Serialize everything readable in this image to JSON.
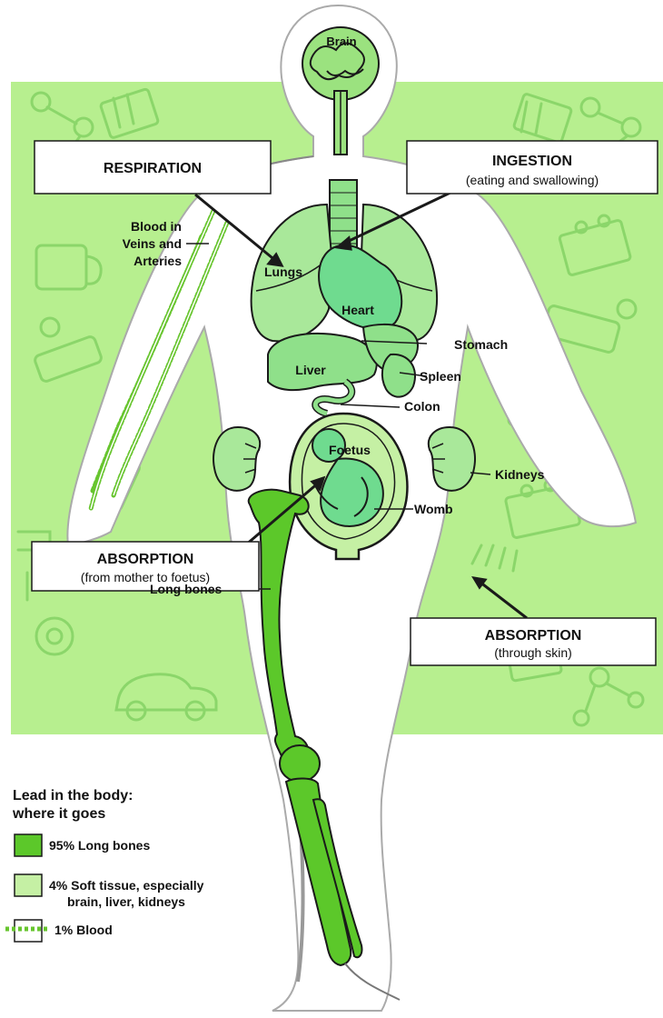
{
  "colors": {
    "background_green": "#b7ef8f",
    "soft_tissue": "#c5f0a4",
    "organ_fill": "#8fe08a",
    "lung_fill": "#a9e89a",
    "bone_green": "#5cc82a",
    "blood_dash": "#67c52e",
    "doodle_green": "#8bd66a",
    "outline": "#1a1a1a",
    "body_fill": "#ffffff"
  },
  "organs": {
    "brain": "Brain",
    "lungs": "Lungs",
    "heart": "Heart",
    "stomach": "Stomach",
    "liver": "Liver",
    "spleen": "Spleen",
    "colon": "Colon",
    "foetus": "Foetus",
    "kidneys": "Kidneys",
    "womb": "Womb",
    "long_bones": "Long bones",
    "blood_line1": "Blood in",
    "blood_line2": "Veins and",
    "blood_line3": "Arteries"
  },
  "callouts": {
    "respiration": {
      "title": "RESPIRATION"
    },
    "ingestion": {
      "title": "INGESTION",
      "subtitle": "(eating and swallowing)"
    },
    "absorption_mother": {
      "title": "ABSORPTION",
      "subtitle": "(from mother to foetus)"
    },
    "absorption_skin": {
      "title": "ABSORPTION",
      "subtitle": "(through skin)"
    }
  },
  "legend": {
    "title_line1": "Lead in the body:",
    "title_line2": "where it goes",
    "items": [
      {
        "swatch": "long-bones",
        "line1": "95% Long bones"
      },
      {
        "swatch": "soft-tissue",
        "line1": "4% Soft tissue, especially",
        "line2": "brain, liver, kidneys"
      },
      {
        "swatch": "blood",
        "line1": "1% Blood"
      }
    ]
  }
}
